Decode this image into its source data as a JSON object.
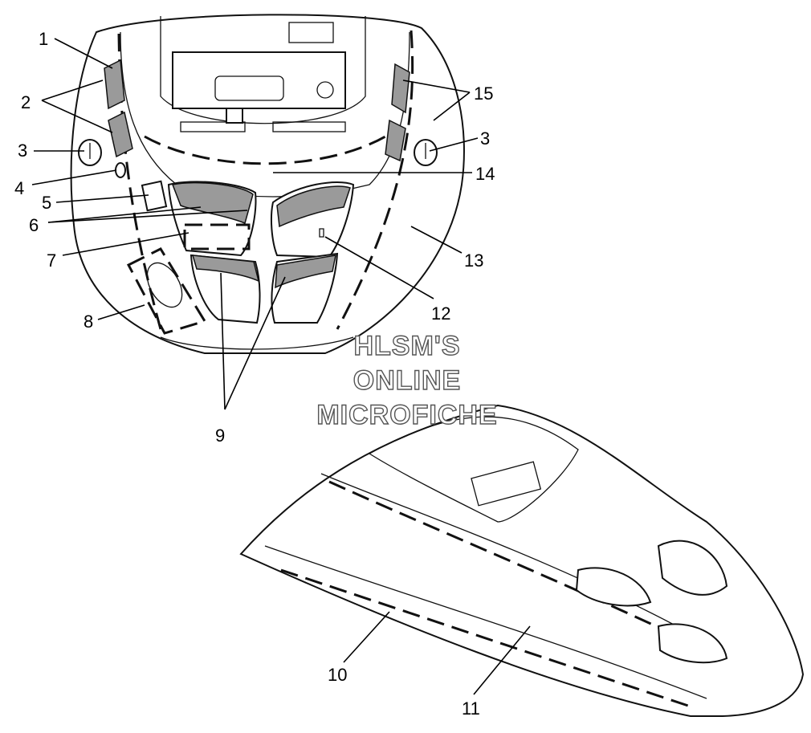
{
  "callouts": {
    "c1": "1",
    "c2": "2",
    "c3a": "3",
    "c3b": "3",
    "c4": "4",
    "c5": "5",
    "c6": "6",
    "c7": "7",
    "c8": "8",
    "c9": "9",
    "c10": "10",
    "c11": "11",
    "c12": "12",
    "c13": "13",
    "c14": "14",
    "c15": "15"
  },
  "watermark": {
    "line1": "HLSM'S",
    "line2": "ONLINE",
    "line3": "MICROFICHE"
  }
}
